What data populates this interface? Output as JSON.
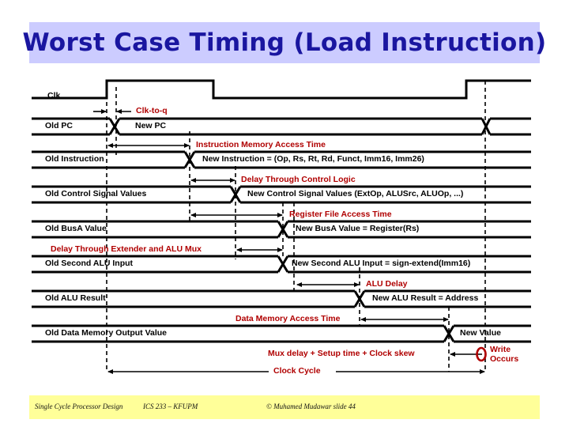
{
  "slide": {
    "title": "Worst Case Timing (Load Instruction)",
    "title_bg": "#ccccff",
    "title_color": "#1a16a0",
    "signal_color": "#000000",
    "annotation_color": "#b00000",
    "footer_bg": "#ffff99"
  },
  "signals": [
    {
      "name": "clk",
      "label": "Clk"
    },
    {
      "name": "pc",
      "label": "Old PC",
      "new_label": "New PC"
    },
    {
      "name": "instruction",
      "label": "Old Instruction",
      "new_label": "New Instruction = (Op, Rs, Rt, Rd, Funct, Imm16, Imm26)"
    },
    {
      "name": "control",
      "label": "Old Control Signal Values",
      "new_label": "New Control Signal Values (ExtOp, ALUSrc, ALUOp, ...)"
    },
    {
      "name": "busa",
      "label": "Old BusA Value",
      "new_label": "New BusA Value = Register(Rs)"
    },
    {
      "name": "second-alu-in",
      "label": "Old Second ALU Input",
      "new_label": "New Second ALU Input = sign-extend(Imm16)"
    },
    {
      "name": "alu-result",
      "label": "Old ALU Result",
      "new_label": "New ALU Result = Address"
    },
    {
      "name": "data-mem-out",
      "label": "Old Data Memory Output Value",
      "new_label": "New Value"
    }
  ],
  "annotations": [
    {
      "name": "clk-to-q",
      "label": "Clk-to-q"
    },
    {
      "name": "instr-mem-access",
      "label": "Instruction Memory Access Time"
    },
    {
      "name": "control-logic-delay",
      "label": "Delay Through Control Logic"
    },
    {
      "name": "regfile-access",
      "label": "Register File Access Time"
    },
    {
      "name": "extender-alumux",
      "label": "Delay Through Extender and ALU Mux"
    },
    {
      "name": "alu-delay",
      "label": "ALU Delay"
    },
    {
      "name": "data-mem-access",
      "label": "Data Memory Access Time"
    },
    {
      "name": "mux-setup-skew",
      "label": "Mux delay + Setup time + Clock skew"
    },
    {
      "name": "write-occurs",
      "label": "Write\nOccurs"
    },
    {
      "name": "clock-cycle",
      "label": "Clock Cycle"
    }
  ],
  "footer": {
    "left": "Single Cycle Processor Design",
    "middle": "ICS 233 – KFUPM",
    "right": "© Muhamed Mudawar slide 44"
  }
}
